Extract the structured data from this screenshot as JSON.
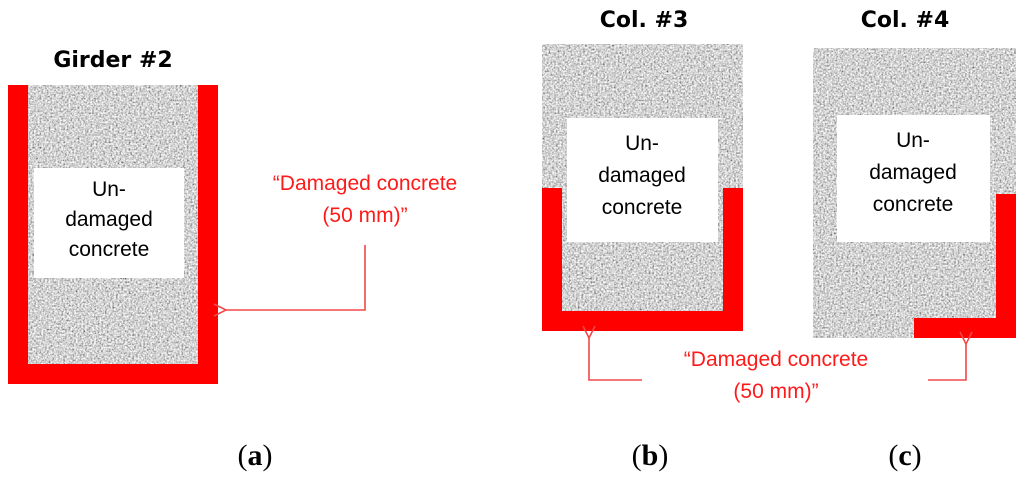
{
  "panel_a": {
    "title": "Girder #2",
    "inner_text": [
      "Un-",
      "damaged",
      "concrete"
    ],
    "callout": [
      "“Damaged concrete",
      "(50 mm)”"
    ],
    "caption_open": "(",
    "caption_letter": "a",
    "caption_close": ")"
  },
  "panel_b": {
    "title": "Col. #3",
    "inner_text": [
      "Un-",
      "damaged",
      "concrete"
    ],
    "caption_open": "(",
    "caption_letter": "b",
    "caption_close": ")"
  },
  "panel_c": {
    "title": "Col. #4",
    "inner_text": [
      "Un-",
      "damaged",
      "concrete"
    ],
    "caption_open": "(",
    "caption_letter": "c",
    "caption_close": ")"
  },
  "shared_callout": [
    "“Damaged concrete",
    "(50 mm)”"
  ],
  "colors": {
    "damaged": "#ff0000",
    "callout": "#ff1a1a",
    "arrow": "#f04848",
    "undamaged_box": "#ffffff",
    "aggregate": "#a9a9a9"
  }
}
